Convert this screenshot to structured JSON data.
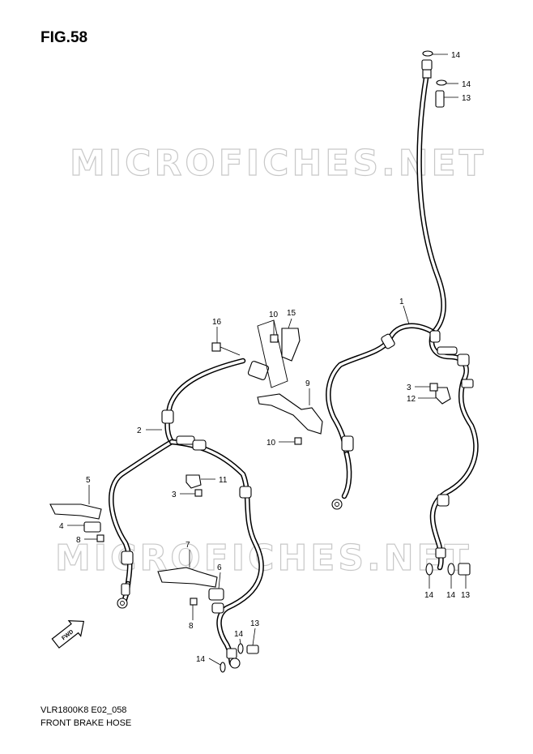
{
  "figure": {
    "title": "FIG.58",
    "model_code": "VLR1800K8 E02_058",
    "caption": "FRONT BRAKE HOSE"
  },
  "watermark": {
    "text": "MICROFICHES.NET"
  },
  "fwd_arrow": {
    "label": "FWD"
  },
  "callouts": {
    "c14a": "14",
    "c14b": "14",
    "c13a": "13",
    "c1": "1",
    "c16": "16",
    "c10a": "10",
    "c15": "15",
    "c9": "9",
    "c3a": "3",
    "c12": "12",
    "c2": "2",
    "c10b": "10",
    "c5": "5",
    "c11": "11",
    "c3b": "3",
    "c4": "4",
    "c8a": "8",
    "c7": "7",
    "c6": "6",
    "c8b": "8",
    "c14c": "14",
    "c14d": "14",
    "c13b": "13",
    "c14e": "14",
    "c14f": "14",
    "c13c": "13"
  },
  "colors": {
    "line": "#000000",
    "background": "#ffffff",
    "watermark": "#c8c8c8"
  }
}
